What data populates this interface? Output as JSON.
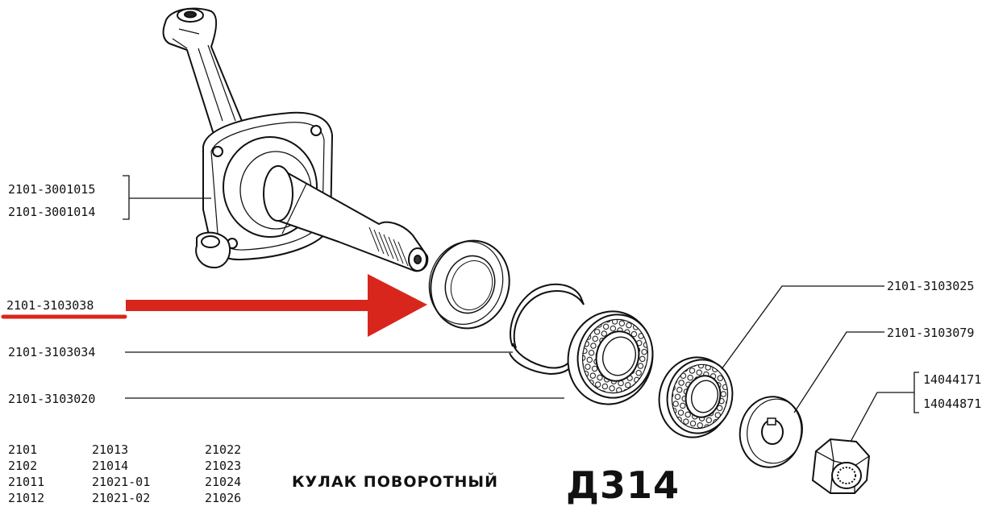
{
  "callouts": {
    "knuckle_a": "2101-3001015",
    "knuckle_b": "2101-3001014",
    "oil_seal": "2101-3103038",
    "retaining_ring": "2101-3103034",
    "inner_bearing": "2101-3103020",
    "outer_bearing": "2101-3103025",
    "washer": "2101-3103079",
    "nut_a": "14044171",
    "nut_b": "14044871"
  },
  "models": {
    "col1": [
      "2101",
      "2102",
      "21011",
      "21012"
    ],
    "col2": [
      "21013",
      "21014",
      "21021-01",
      "21021-02"
    ],
    "col3": [
      "21022",
      "21023",
      "21024",
      "21026"
    ]
  },
  "title": "КУЛАК ПОВОРОТНЫЙ",
  "diagram_code": "Д314",
  "highlight_color": "#d9261c"
}
